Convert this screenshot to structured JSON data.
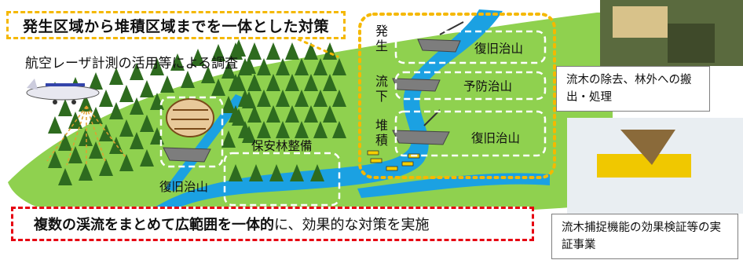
{
  "title": "発生区域から堆積区域までを一体とした対策",
  "survey_label": "航空レーザ計測の活用等による調査",
  "zones": {
    "generation": [
      "発",
      "生"
    ],
    "flow": [
      "流",
      "下"
    ],
    "deposition": [
      "堆",
      "積"
    ]
  },
  "measures": {
    "top": "復旧治山",
    "middle": "予防治山",
    "lower": "復旧治山",
    "left_dam": "復旧治山",
    "forest": "保安林整備"
  },
  "captions": {
    "top": "流木の除去、林外への搬出・処理",
    "bottom": "流木捕捉機能の効果検証等の実証事業"
  },
  "bottom_note": {
    "bold": "複数の渓流をまとめて広範囲を一体的",
    "rest": "に、効果的な対策を実施"
  },
  "colors": {
    "hill": "#8fd14f",
    "river": "#1ba1e2",
    "title_border": "#f5b800",
    "note_border": "#e60012"
  }
}
